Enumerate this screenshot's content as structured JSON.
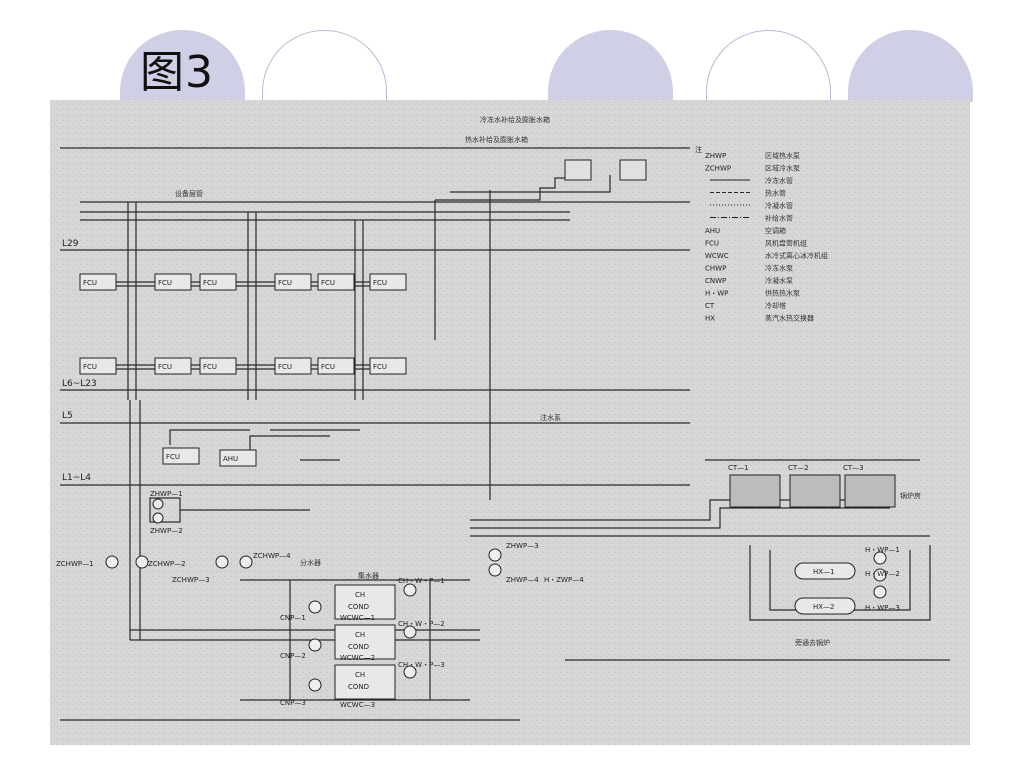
{
  "slide": {
    "title": "图3"
  },
  "diagram": {
    "legend": [
      {
        "code": "ZHWP",
        "desc": "区域热水泵"
      },
      {
        "code": "ZCHWP",
        "desc": "区域冷水泵"
      },
      {
        "code": "",
        "desc": "冷冻水管"
      },
      {
        "code": "",
        "desc": "热水管"
      },
      {
        "code": "",
        "desc": "冷凝水管"
      },
      {
        "code": "",
        "desc": "补给水管"
      },
      {
        "code": "AHU",
        "desc": "空调箱"
      },
      {
        "code": "FCU",
        "desc": "风机盘管机组"
      },
      {
        "code": "WCWC",
        "desc": "水冷式离心冰冷机组"
      },
      {
        "code": "CHWP",
        "desc": "冷冻水泵"
      },
      {
        "code": "CNWP",
        "desc": "冷凝水泵"
      },
      {
        "code": "H・WP",
        "desc": "供热热水泵"
      },
      {
        "code": "CT",
        "desc": "冷却塔"
      },
      {
        "code": "HX",
        "desc": "蒸汽水热交换器"
      }
    ],
    "top_labels": {
      "makeup_chilled": "冷冻水补给及膨胀水箱",
      "makeup_hot": "热水补给及膨胀水箱",
      "equipment_floor": "设备层管",
      "note": "注"
    },
    "floors": {
      "l29": "L29",
      "l6_l23": "L6~L23",
      "l5": "L5",
      "l1_l4": "L1~L4"
    },
    "fcu_label": "FCU",
    "ahu_label": "AHU",
    "water_supply": "注水系",
    "pumps": {
      "zhwp1": "ZHWP—1",
      "zhwp2": "ZHWP—2",
      "zhwp3": "ZHWP—3",
      "zhwp4": "ZHWP—4",
      "zchwp1": "ZCHWP—1",
      "zchwp2": "ZCHWP—2",
      "zchwp3": "ZCHWP—3",
      "zchwp4": "ZCHWP—4",
      "hzwp4": "H・ZWP—4"
    },
    "manifold_1": "分水器",
    "manifold_2": "集水器",
    "chillers": {
      "ch": "CH",
      "cond": "COND",
      "chwp1": "CH・W・P—1",
      "chwp2": "CH・W・P—2",
      "chwp3": "CH・W・P—3",
      "cnp1": "CNP—1",
      "cnp2": "CNP—2",
      "cnp3": "CNP—3",
      "wcwc1": "WCWC—1",
      "wcwc2": "WCWC—2",
      "wcwc3": "WCWC—3"
    },
    "cooling_towers": {
      "ct1": "CT—1",
      "ct2": "CT—2",
      "ct3": "CT—3",
      "boiler_room": "锅炉房"
    },
    "heat_exchange": {
      "hx1": "HX—1",
      "hx2": "HX—2",
      "hwp1": "H・WP—1",
      "hwp2": "H・WP—2",
      "hwp3": "H・WP—3",
      "bypass": "旁通去锅炉"
    }
  }
}
